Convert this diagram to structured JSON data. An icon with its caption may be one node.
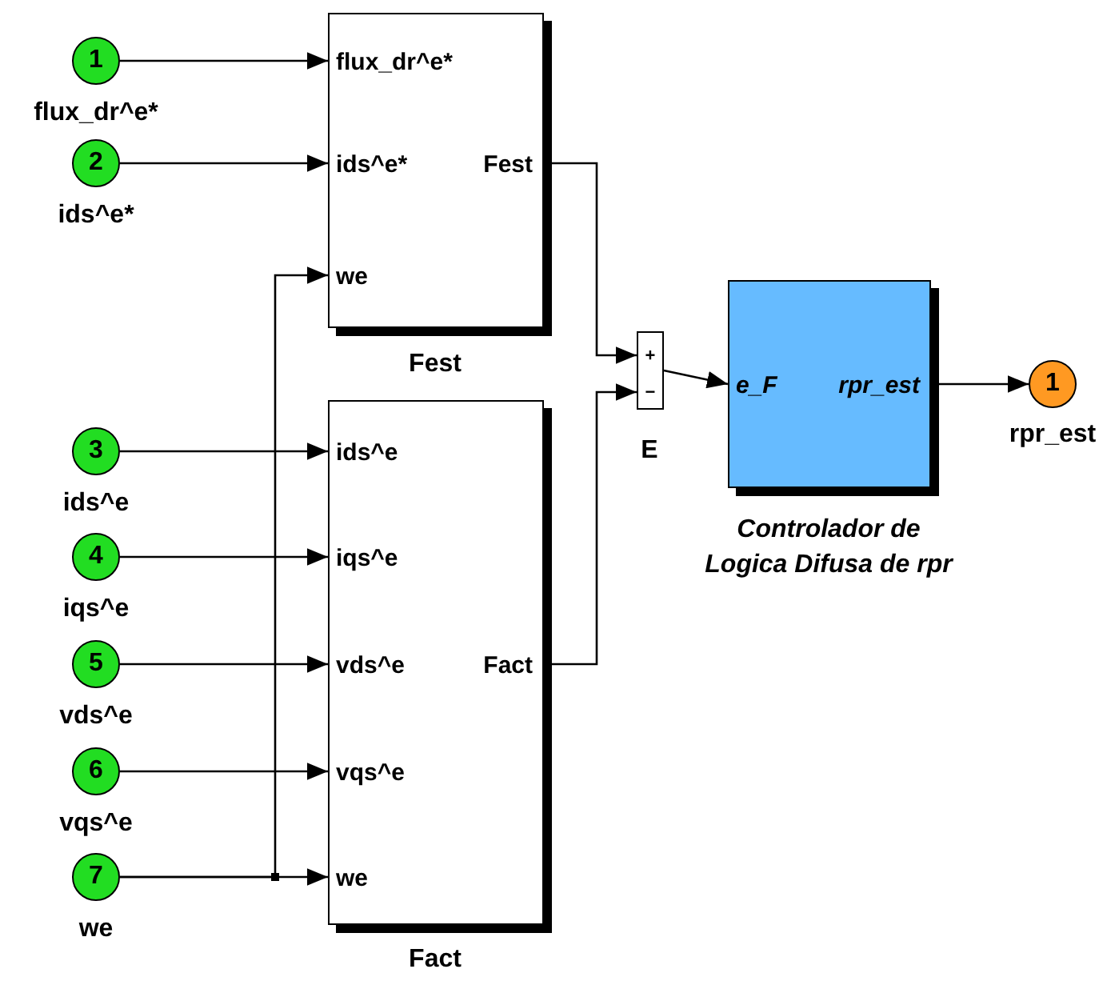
{
  "diagram": {
    "nodes": [
      {
        "text": [
          "1"
        ],
        "beside": [
          "flux_dr^e*"
        ]
      },
      {
        "text": [
          "2"
        ],
        "beside": [
          "ids^e*"
        ]
      },
      {
        "text": [
          "3"
        ],
        "beside": [
          "ids^e"
        ]
      },
      {
        "text": [
          "4"
        ],
        "beside": [
          "iqs^e"
        ]
      },
      {
        "text": [
          "5"
        ],
        "beside": [
          "vds^e"
        ]
      },
      {
        "text": [
          "6"
        ],
        "beside": [
          "vqs^e"
        ]
      },
      {
        "text": [
          "7"
        ],
        "beside": [
          "we"
        ]
      },
      {
        "text": [
          "flux_dr^e*",
          "ids^e*",
          "we",
          "Fest"
        ],
        "beside": [
          "Fest"
        ]
      },
      {
        "text": [
          "ids^e",
          "iqs^e",
          "vds^e",
          "vqs^e",
          "we",
          "Fact"
        ],
        "beside": [
          "Fact"
        ]
      },
      {
        "text": [
          "+",
          "−"
        ],
        "beside": [
          "E"
        ]
      },
      {
        "text": [
          "e_F",
          "rpr_est"
        ],
        "beside": [
          "Controlador de Logica Difusa de rpr"
        ]
      },
      {
        "text": [
          "1"
        ],
        "beside": [
          "rpr_est"
        ]
      }
    ],
    "edges": [
      {
        "from": 0,
        "to": 7,
        "arrow": "to"
      },
      {
        "from": 1,
        "to": 7,
        "arrow": "to"
      },
      {
        "from": 6,
        "to": 7,
        "arrow": "to"
      },
      {
        "from": 2,
        "to": 8,
        "arrow": "to"
      },
      {
        "from": 3,
        "to": 8,
        "arrow": "to"
      },
      {
        "from": 4,
        "to": 8,
        "arrow": "to"
      },
      {
        "from": 5,
        "to": 8,
        "arrow": "to"
      },
      {
        "from": 6,
        "to": 8,
        "arrow": "to"
      },
      {
        "from": 7,
        "to": 9,
        "arrow": "to"
      },
      {
        "from": 8,
        "to": 9,
        "arrow": "to"
      },
      {
        "from": 9,
        "to": 10,
        "arrow": "to"
      },
      {
        "from": 10,
        "to": 11,
        "arrow": "to"
      }
    ]
  }
}
